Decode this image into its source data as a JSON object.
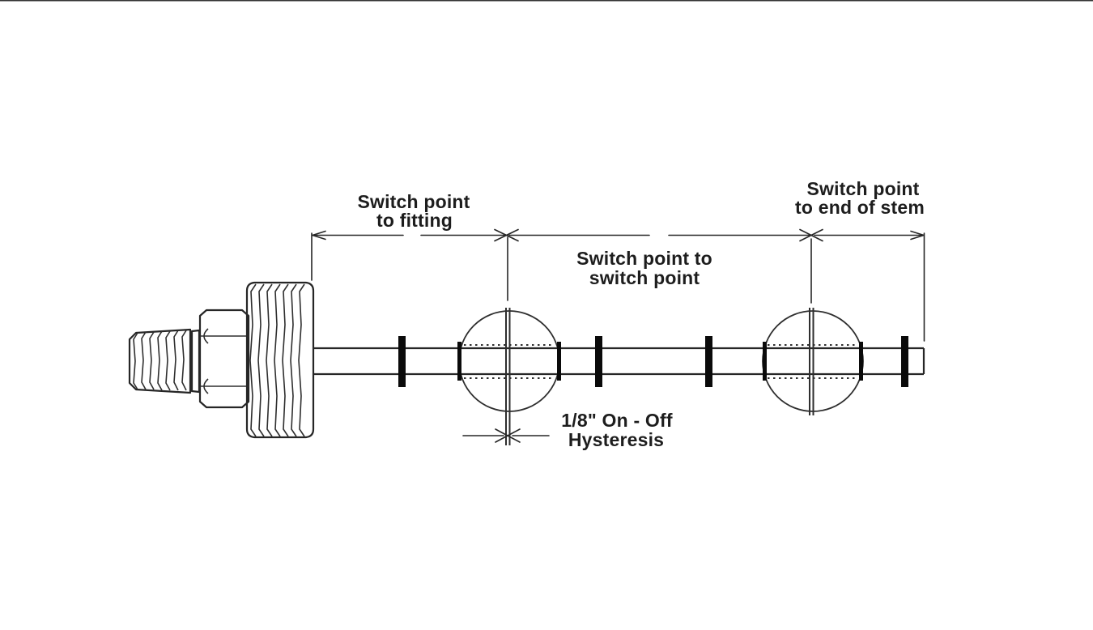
{
  "page": {
    "background": "#ffffff",
    "top_edge_line_color": "#111111"
  },
  "diagram": {
    "colors": {
      "line": "#262626",
      "text": "#1d1d1d",
      "solid_marker": "#0a0a0a",
      "fill": "#ffffff"
    },
    "labels": {
      "switch_point_to_fitting": {
        "line1": "Switch point",
        "line2": "to fitting"
      },
      "switch_point_to_switch_point": {
        "line1": "Switch point to",
        "line2": "switch point"
      },
      "switch_point_to_end_of_stem": {
        "line1": "Switch point",
        "line2": "to end of stem"
      },
      "hysteresis": {
        "line1": "1/8\" On - Off",
        "line2": "Hysteresis"
      }
    }
  }
}
